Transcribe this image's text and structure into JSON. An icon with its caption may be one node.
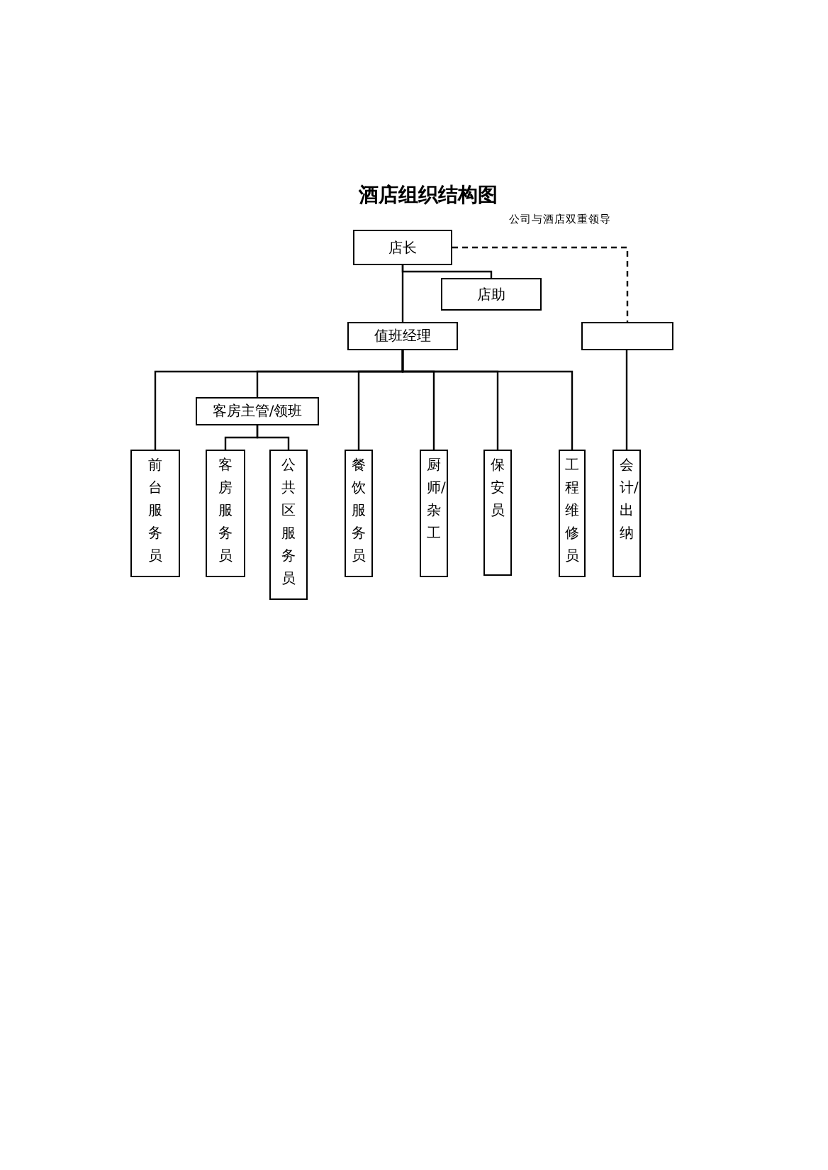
{
  "diagram": {
    "title": "酒店组织结构图",
    "nodes": [
      {
        "text": [
          "店长"
        ]
      },
      {
        "text": [
          "店助"
        ]
      },
      {
        "text": [
          "值班经理"
        ]
      },
      {
        "text": [],
        "shape": "box"
      },
      {
        "text": [
          "客房主管/领班"
        ]
      },
      {
        "text": [
          "前台服务员"
        ]
      },
      {
        "text": [
          "客房服务员"
        ]
      },
      {
        "text": [
          "公共区服务员"
        ]
      },
      {
        "text": [
          "餐饮服务员"
        ]
      },
      {
        "text": [
          "厨师/杂工"
        ]
      },
      {
        "text": [
          "保安员"
        ]
      },
      {
        "text": [
          "工程维修员"
        ]
      },
      {
        "text": [
          "会计/出纳"
        ]
      }
    ],
    "edges": [
      {
        "from": 0,
        "to": 1,
        "arrow": "none"
      },
      {
        "from": 0,
        "to": 2,
        "arrow": "none"
      },
      {
        "from": 0,
        "to": 3,
        "arrow": "none",
        "style": "dashed",
        "label": "公司与酒店双重领导"
      },
      {
        "from": 2,
        "to": 5,
        "arrow": "none"
      },
      {
        "from": 2,
        "to": 4,
        "arrow": "none"
      },
      {
        "from": 2,
        "to": 8,
        "arrow": "none"
      },
      {
        "from": 2,
        "to": 9,
        "arrow": "none"
      },
      {
        "from": 2,
        "to": 10,
        "arrow": "none"
      },
      {
        "from": 2,
        "to": 11,
        "arrow": "none"
      },
      {
        "from": 4,
        "to": 6,
        "arrow": "none"
      },
      {
        "from": 4,
        "to": 7,
        "arrow": "none"
      },
      {
        "from": 3,
        "to": 12,
        "arrow": "none"
      }
    ]
  }
}
